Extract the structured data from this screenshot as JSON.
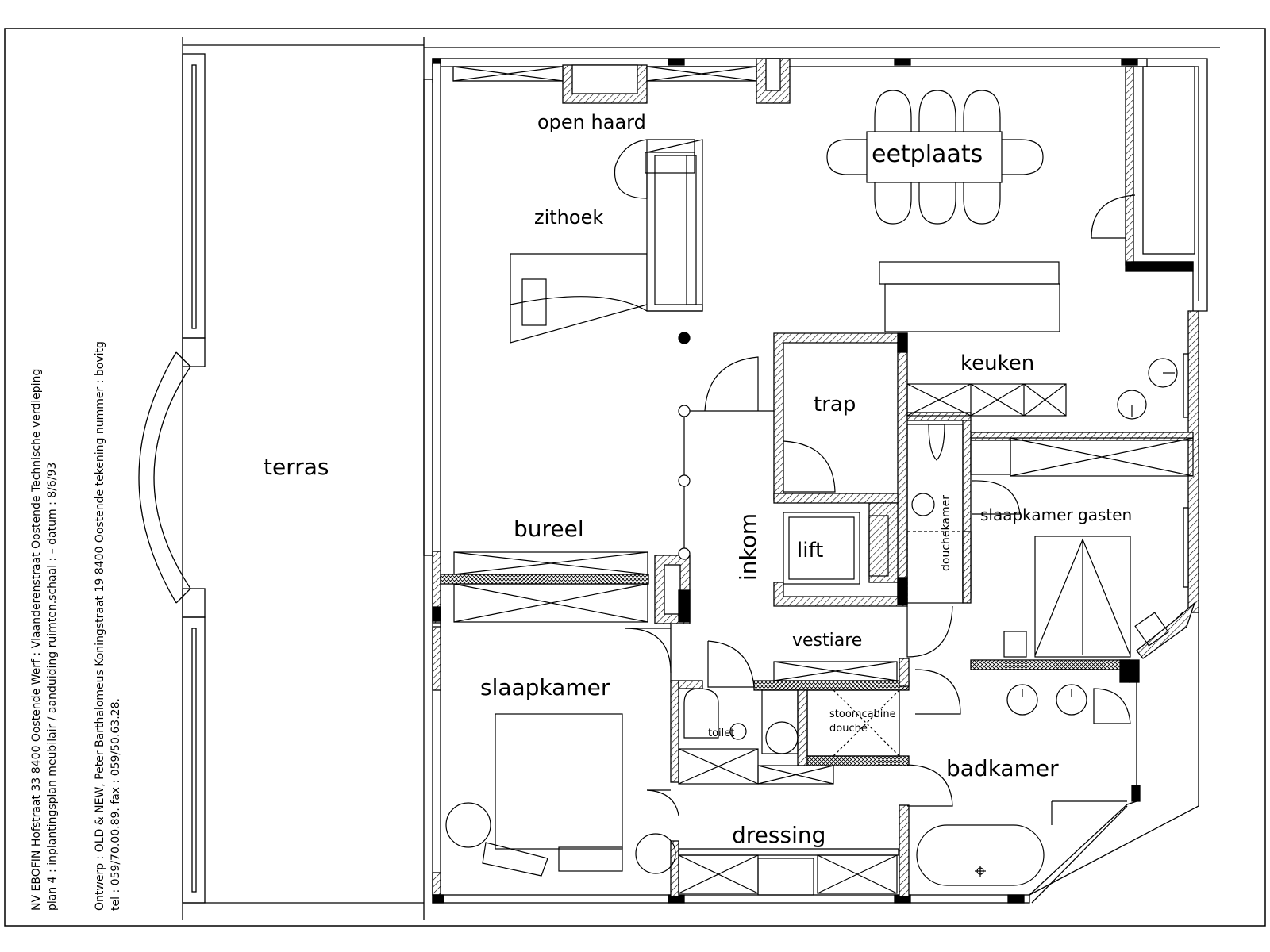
{
  "title_block": {
    "line1": "NV EBOFIN Hofstraat 33 8400 Oostende   Werf : Vlaanderenstraat   Oostende   Technische verdieping",
    "line2": "plan 4   : inplantingsplan meubilair / aanduiding ruimten.schaal :  –        datum :  8/6/93",
    "line3": "Ontwerp : OLD & NEW, Peter Barthalomeus   Koningstraat 19    8400 Oostende      tekening nummer : bovitg",
    "line4": "tel : 059/70.00.89.  fax : 059/50.63.28."
  },
  "rooms": {
    "terras": "terras",
    "open_haard": "open  haard",
    "zithoek": "zithoek",
    "eetplaats": "eetplaats",
    "keuken": "keuken",
    "trap": "trap",
    "lift": "lift",
    "inkom": "inkom",
    "douchekamer": "douchekamer",
    "slaapkamer_gasten": "slaapkamer gasten",
    "bureel": "bureel",
    "vestiare": "vestiare",
    "slaapkamer": "slaapkamer",
    "toilet": "toilet",
    "stoomcabine": "stoomcabine",
    "douche": "douche",
    "badkamer": "badkamer",
    "dressing": "dressing"
  }
}
